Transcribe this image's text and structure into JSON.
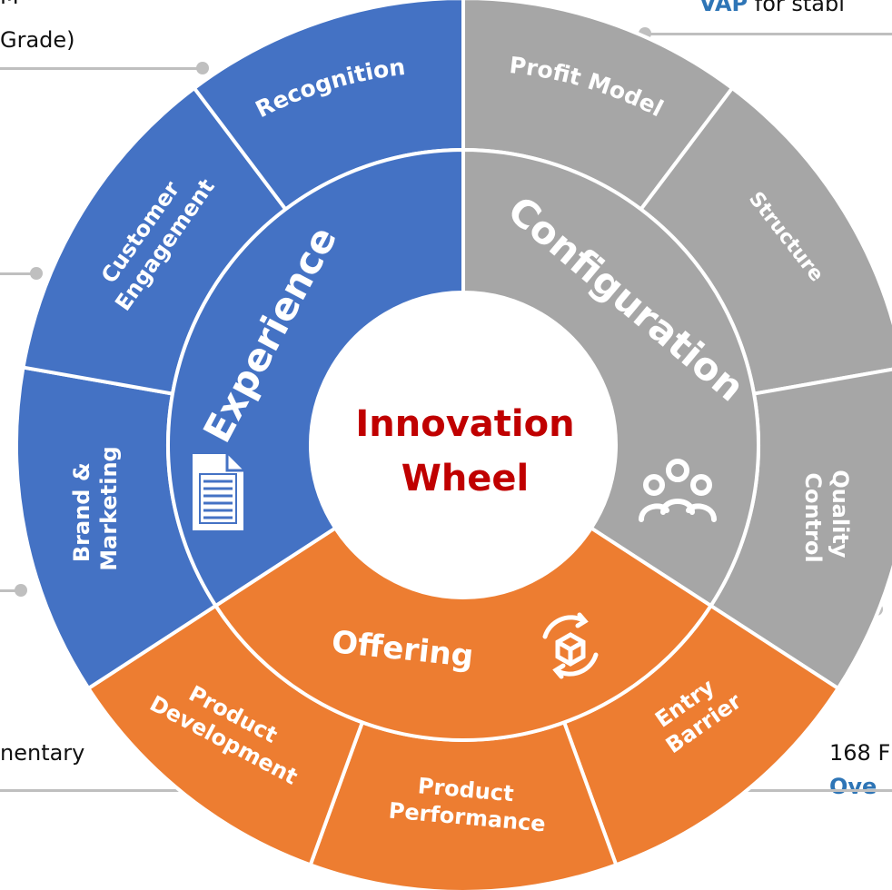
{
  "hub": {
    "title_line1": "Innovation",
    "title_line2": "Wheel",
    "title_color": "#c00000"
  },
  "categories": {
    "experience": {
      "label": "Experience",
      "color": "#4472c4",
      "icon": "document-icon"
    },
    "configuration": {
      "label": "Configuration",
      "color": "#a6a6a6",
      "icon": "people-icon"
    },
    "offering": {
      "label": "Offering",
      "color": "#ed7d31",
      "icon": "box-cycle-icon"
    }
  },
  "outer_segments": {
    "recognition": "Recognition",
    "customer_engagement": [
      "Customer",
      "Engagement"
    ],
    "brand_marketing": [
      "Brand &",
      "Marketing"
    ],
    "profit_model": "Profit Model",
    "structure": "Structure",
    "quality_control": [
      "Quality",
      "Control"
    ],
    "product_development": [
      "Product",
      "Development"
    ],
    "product_performance": [
      "Product",
      "Performance"
    ],
    "entry_barrier": [
      "Entry",
      "Barrier"
    ]
  },
  "callouts": {
    "top_left_fragment_1": "M",
    "top_left_fragment_2": "Grade)",
    "top_right_bold": "VAP",
    "top_right_text": "for stabi",
    "bottom_left": "nentary",
    "bottom_right_line1": "168 F",
    "bottom_right_bold": "Ove"
  },
  "colors": {
    "leader": "#bfbfbf",
    "callout_bold": "#2e75b6"
  }
}
